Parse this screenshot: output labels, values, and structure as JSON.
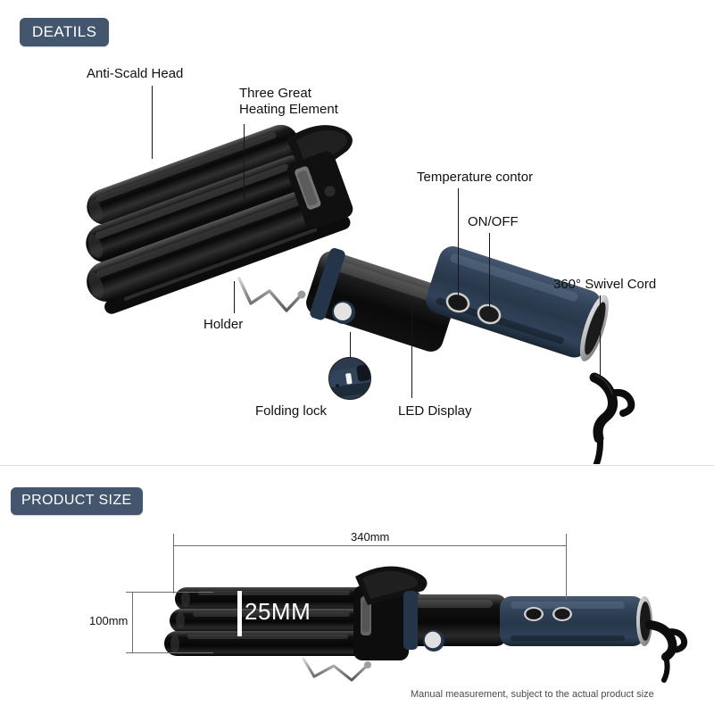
{
  "sections": {
    "details": {
      "badge": "DEATILS",
      "callouts": [
        {
          "name": "anti-scald-head",
          "label": "Anti-Scald Head"
        },
        {
          "name": "three-great-heating",
          "label": "Three Great\nHeating Element"
        },
        {
          "name": "temperature-control",
          "label": "Temperature contor"
        },
        {
          "name": "on-off",
          "label": "ON/OFF"
        },
        {
          "name": "swivel-cord",
          "label": "360° Swivel Cord"
        },
        {
          "name": "holder",
          "label": "Holder"
        },
        {
          "name": "folding-lock",
          "label": "Folding lock"
        },
        {
          "name": "led-display",
          "label": "LED Display"
        }
      ]
    },
    "product_size": {
      "badge": "PRODUCT SIZE",
      "dimensions": {
        "length": "340mm",
        "height": "100mm",
        "barrel_diameter": "25MM"
      },
      "footnote": "Manual measurement, subject to the actual product size"
    }
  },
  "colors": {
    "badge_background": "#44566d",
    "badge_text": "#ffffff",
    "label_text": "#111111",
    "leader_line": "#161616",
    "dimension_line": "#6e6e6e",
    "handle_blue": "#2d3e52",
    "barrel_black": "#111111",
    "page_background": "#ffffff"
  }
}
